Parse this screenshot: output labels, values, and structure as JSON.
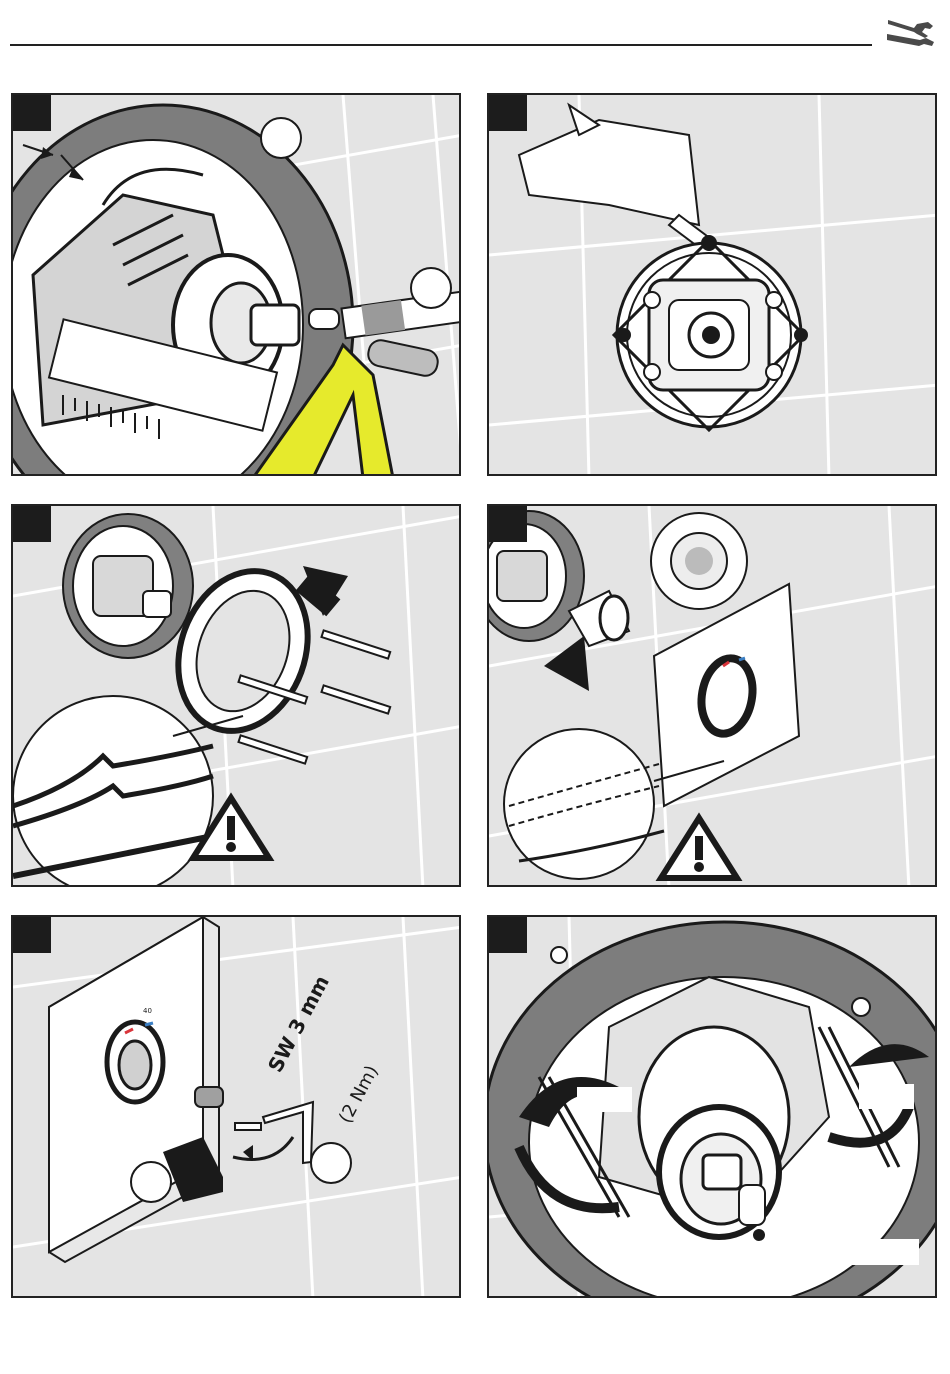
{
  "header": {
    "icon": "wrench-screwdriver-icon"
  },
  "panels": [
    {
      "id": "cut-extension",
      "callouts": 2
    },
    {
      "id": "apply-sealant",
      "callouts": 0
    },
    {
      "id": "mount-rosette",
      "callouts": 0,
      "warning": true
    },
    {
      "id": "fit-cover-plate",
      "callouts": 0,
      "warning": true
    },
    {
      "id": "tighten-screw",
      "callouts": 2,
      "wrench_size": "SW 3 mm",
      "torque": "(2 Nm)",
      "cover_marking": "40"
    },
    {
      "id": "adjust-stops",
      "callouts": 0
    }
  ],
  "colors": {
    "tile": "#e4e4e4",
    "grout": "#ffffff",
    "outline": "#1a1a1a",
    "tool_yellow": "#e6ea2c",
    "hot": "#d9343a",
    "cold": "#3b7fc4"
  }
}
